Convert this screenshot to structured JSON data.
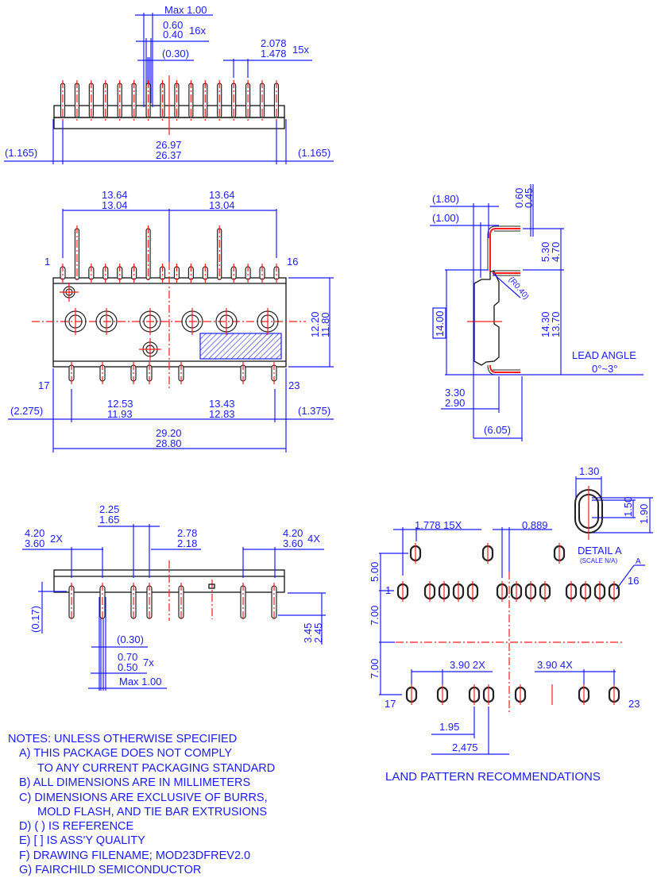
{
  "colors": {
    "dimension": "#1a1aff",
    "centerline": "#ff1a1a",
    "outline": "#111111"
  },
  "top_view": {
    "max_width": "Max 1.00",
    "lead_w_max": "0.60",
    "lead_w_min": "0.40",
    "lead_w_count": "16x",
    "lead_ref": "(0.30)",
    "pitch_max": "2.078",
    "pitch_min": "1.478",
    "pitch_count": "15x",
    "span_max": "26.97",
    "span_min": "26.37",
    "left_ref": "(1.165)",
    "right_ref": "(1.165)"
  },
  "front_view": {
    "left_span_max": "13.64",
    "left_span_min": "13.04",
    "right_span_max": "13.64",
    "right_span_min": "13.04",
    "pin1": "1",
    "pin16": "16",
    "pin17": "17",
    "pin23": "23",
    "height_max": "12.20",
    "height_min": "11.80",
    "bottom_left_max": "12.53",
    "bottom_left_min": "11.93",
    "bottom_right_max": "13.43",
    "bottom_right_min": "12.83",
    "left_ref": "(2.275)",
    "right_ref": "(1.375)",
    "length_max": "29.20",
    "length_min": "28.80"
  },
  "side_view": {
    "ref_180": "(1.80)",
    "ref_100": "(1.00)",
    "lead_t_max": "0.60",
    "lead_t_min": "0.45",
    "upper_max": "5.30",
    "upper_min": "4.70",
    "radius": "(R0.40)",
    "basic": "14.00",
    "lower_max": "14.30",
    "lower_min": "13.70",
    "lead_angle_label": "LEAD ANGLE",
    "lead_angle_value": "0°~3°",
    "thick_max": "3.30",
    "thick_min": "2.90",
    "depth_ref": "(6.05)"
  },
  "bottom_view": {
    "gap_max": "2.25",
    "gap_min": "1.65",
    "left_max": "4.20",
    "left_min": "3.60",
    "left_count": "2X",
    "mid_max": "2.78",
    "mid_min": "2.18",
    "right_max": "4.20",
    "right_min": "3.60",
    "right_count": "4X",
    "standoff": "(0.17)",
    "len_max": "3.45",
    "len_min": "2.45",
    "lead_ref": "(0.30)",
    "lead_w_max": "0.70",
    "lead_w_min": "0.50",
    "lead_w_count": "7x",
    "max_width": "Max 1.00"
  },
  "land_pattern": {
    "pitch": "1.778 15X",
    "offset": "0.889",
    "row_gap": "5.00",
    "upper_to_center": "7.00",
    "center_to_lower": "7.00",
    "pin1": "1",
    "pin16": "16",
    "pin17": "17",
    "pin23": "23",
    "pitch_left": "3.90 2X",
    "pitch_right": "3.90 4X",
    "dim_195": "1.95",
    "dim_2475": "2,475",
    "detail_title": "DETAIL A",
    "detail_scale": "(SCALE N/A)",
    "detail_callout": "A",
    "pad_w": "1.30",
    "pad_inner_h": "1.50",
    "pad_outer_h": "1.90",
    "title": "LAND PATTERN RECOMMENDATIONS"
  },
  "notes": [
    "NOTES: UNLESS OTHERWISE SPECIFIED",
    "A) THIS PACKAGE DOES NOT COMPLY",
    "TO ANY CURRENT PACKAGING STANDARD",
    "B) ALL DIMENSIONS ARE IN MILLIMETERS",
    "C) DIMENSIONS ARE EXCLUSIVE OF BURRS,",
    "MOLD FLASH, AND TIE BAR EXTRUSIONS",
    "D) ( ) IS REFERENCE",
    "E) [ ] IS ASS'Y QUALITY",
    "F) DRAWING FILENAME; MOD23DFREV2.0",
    "G) FAIRCHILD SEMICONDUCTOR"
  ]
}
